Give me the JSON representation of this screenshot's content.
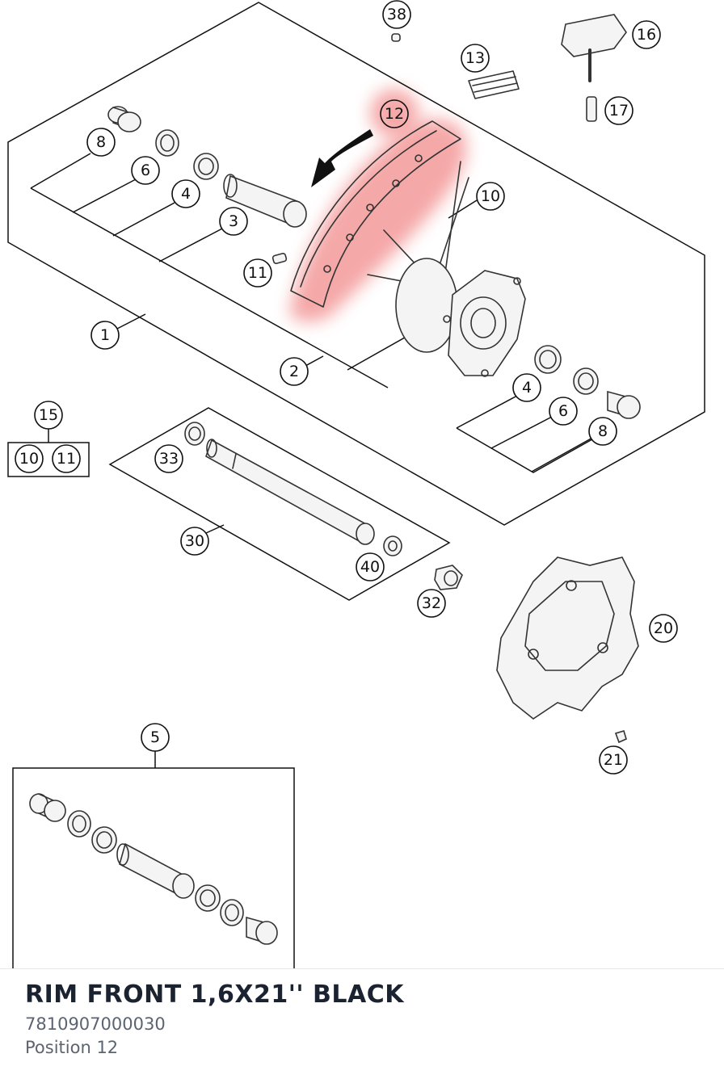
{
  "diagram": {
    "highlight_color": "#f28b8b",
    "callouts": [
      {
        "label": "38"
      },
      {
        "label": "16"
      },
      {
        "label": "13"
      },
      {
        "label": "17"
      },
      {
        "label": "12"
      },
      {
        "label": "8"
      },
      {
        "label": "6"
      },
      {
        "label": "4"
      },
      {
        "label": "3"
      },
      {
        "label": "10"
      },
      {
        "label": "11"
      },
      {
        "label": "1"
      },
      {
        "label": "2"
      },
      {
        "label": "4"
      },
      {
        "label": "6"
      },
      {
        "label": "8"
      },
      {
        "label": "15"
      },
      {
        "label": "10"
      },
      {
        "label": "11"
      },
      {
        "label": "33"
      },
      {
        "label": "30"
      },
      {
        "label": "40"
      },
      {
        "label": "32"
      },
      {
        "label": "20"
      },
      {
        "label": "21"
      },
      {
        "label": "5"
      }
    ]
  },
  "part": {
    "name": "RIM FRONT 1,6X21'' BLACK",
    "number": "7810907000030",
    "position": "Position 12"
  }
}
